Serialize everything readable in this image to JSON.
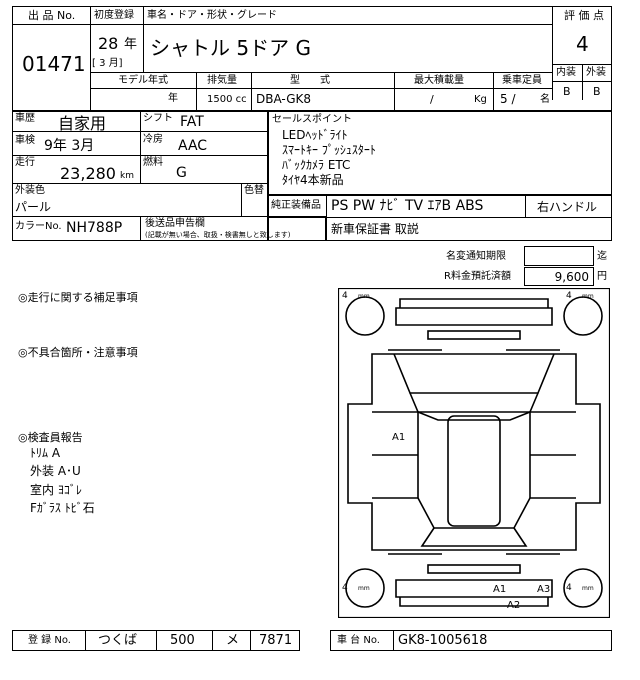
{
  "header": {
    "lot_no_label": "出 品 No.",
    "lot_no": "01471",
    "first_reg_label": "初度登録",
    "year_num": "28",
    "year_unit": "年",
    "month_bracket": "[ 3 月]",
    "model_name_label": "車名・ドア・形状・グレード",
    "model_name": "シャトル 5ドア G",
    "score_label": "評 価 点",
    "score": "4",
    "interior_label": "内装",
    "exterior_label": "外装",
    "interior_grade": "B",
    "exterior_grade": "B"
  },
  "specs": {
    "model_year_label": "モデル年式",
    "displacement_label": "排気量",
    "type_label": "型　　式",
    "max_load_label": "最大積載量",
    "capacity_label": "乗車定員",
    "model_year_unit": "年",
    "displacement": "1500 cc",
    "model_code": "DBA-GK8",
    "max_load_slash": "/",
    "max_load_unit": "Kg",
    "capacity": "5 /",
    "capacity_unit": "名"
  },
  "details": {
    "history_label": "車歴",
    "history": "自家用",
    "shaken_label": "車検",
    "shaken": "9年 3月",
    "mileage_label": "走行",
    "mileage": "23,280",
    "mileage_unit": "km",
    "shift_label": "シフト",
    "shift": "FAT",
    "ac_label": "冷房",
    "ac": "AAC",
    "fuel_label": "燃料",
    "fuel": "G",
    "exterior_color_label": "外装色",
    "exterior_color": "パール",
    "color_label": "色替",
    "color_no_label": "カラーNo.",
    "color_no": "NH788P",
    "post_report_label": "後送品申告欄",
    "post_report_note": "(記載が無い場合、取扱・検書無しと致します)"
  },
  "sales_points": {
    "label": "セールスポイント",
    "items": [
      "LEDﾍｯﾄﾞﾗｲﾄ",
      "ｽﾏｰﾄｷｰ ﾌﾟｯｼｭｽﾀｰﾄ",
      "ﾊﾞｯｸｶﾒﾗ ETC",
      "ﾀｲﾔ4本新品"
    ]
  },
  "equipment": {
    "label": "純正装備品",
    "items": "PS PW ﾅﾋﾞ TV ｴｱB ABS",
    "steering": "右ハンドル",
    "warranty": "新車保証書 取説"
  },
  "recycle": {
    "name_change_label": "名変通知期限",
    "name_change_value": "",
    "name_change_suffix": "迄",
    "fee_label": "R料金預託済額",
    "fee_value": "9,600",
    "fee_unit": "円"
  },
  "notes": {
    "driving_label": "◎走行に関する補足事項",
    "defects_label": "◎不具合箇所・注意事項",
    "inspector_label": "◎検査員報告",
    "inspector_items": [
      "ﾄﾘﾑ A",
      "外装 A･U",
      "室内 ﾖｺﾞﾚ",
      "Fｶﾞﾗｽ ﾄﾋﾞ石"
    ]
  },
  "diagram": {
    "tire_front_left": "4",
    "tire_front_right": "4",
    "tire_rear_left": "4",
    "tire_rear_right": "4",
    "tire_unit": "mm",
    "mark_side": "A1",
    "mark_rear_1": "A1",
    "mark_rear_2": "A3",
    "mark_rear_3": "A2"
  },
  "footer": {
    "reg_label": "登 録 No.",
    "reg_place": "つくば",
    "reg_class": "500",
    "reg_kana": "メ",
    "reg_number": "7871",
    "chassis_label": "車 台 No.",
    "chassis": "GK8-1005618"
  }
}
